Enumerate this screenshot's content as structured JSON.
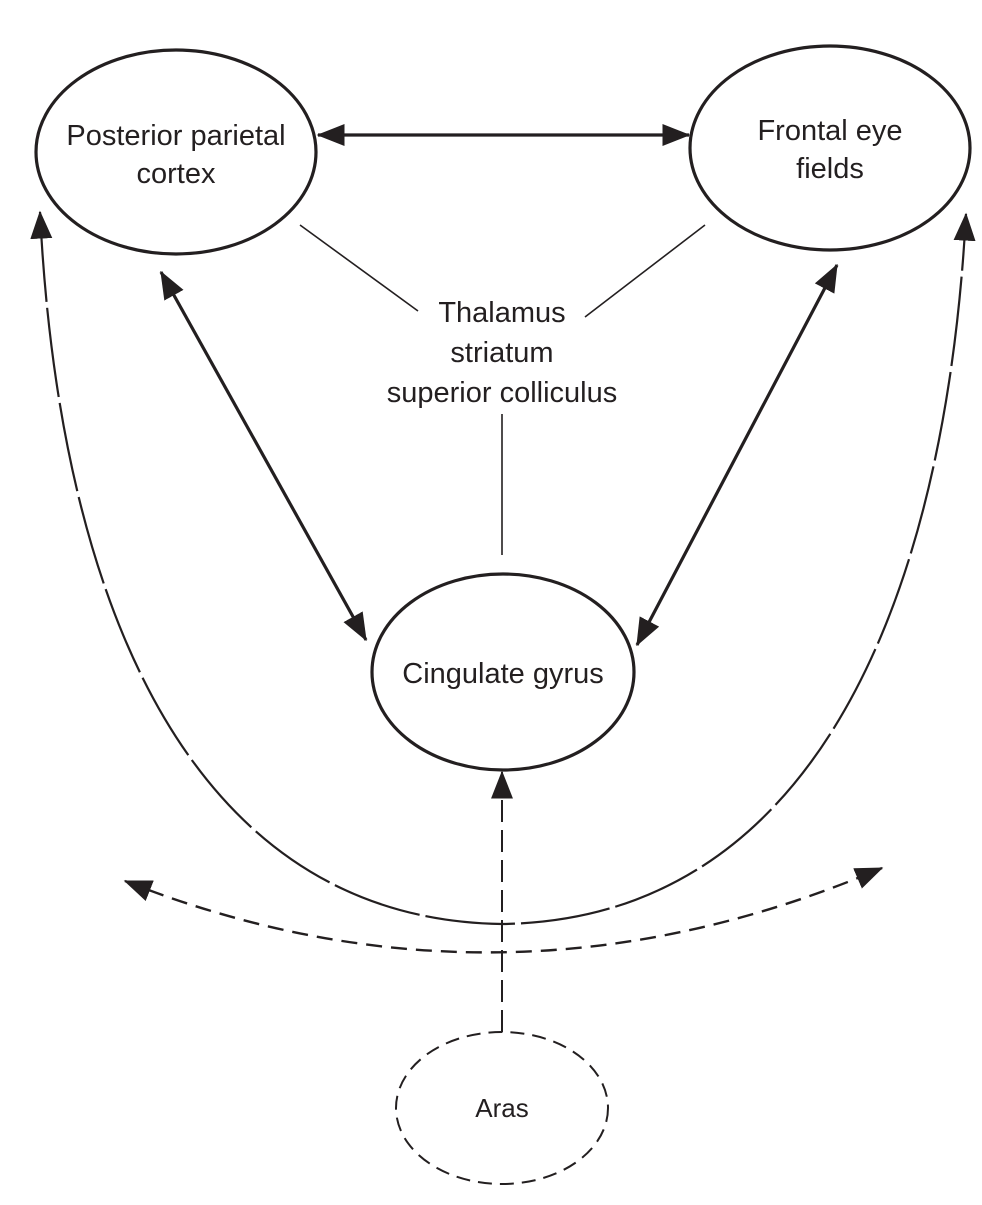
{
  "diagram": {
    "type": "brain-attention-network",
    "colors": {
      "ink": "#231f20",
      "background": "#ffffff"
    },
    "nodes": {
      "ppc": {
        "label_lines": [
          "Posterior parietal",
          "cortex"
        ],
        "border": "solid"
      },
      "fef": {
        "label_lines": [
          "Frontal eye",
          "fields"
        ],
        "border": "solid"
      },
      "cingulate": {
        "label_lines": [
          "Cingulate gyrus"
        ],
        "border": "solid"
      },
      "aras": {
        "label_lines": [
          "Aras"
        ],
        "border": "dashed"
      }
    },
    "hub": {
      "label_lines": [
        "Thalamus",
        "striatum",
        "superior colliculus"
      ],
      "connects_to": [
        "ppc",
        "fef",
        "cingulate"
      ],
      "connection_style": "thin-line"
    },
    "edges": [
      {
        "id": "ppc-fef",
        "from": "ppc",
        "to": "fef",
        "direction": "bidirectional",
        "style": "solid-thick"
      },
      {
        "id": "ppc-cingulate",
        "from": "ppc",
        "to": "cingulate",
        "direction": "bidirectional",
        "style": "solid-thick"
      },
      {
        "id": "fef-cingulate",
        "from": "fef",
        "to": "cingulate",
        "direction": "bidirectional",
        "style": "solid-thick"
      },
      {
        "id": "aras-cingulate",
        "from": "aras",
        "to": "cingulate",
        "direction": "forward",
        "style": "dashed"
      },
      {
        "id": "aras-ppc-fef",
        "from": "aras",
        "to": [
          "ppc",
          "fef"
        ],
        "direction": "forward",
        "style": "long-dashed-curve"
      },
      {
        "id": "aras-lateral",
        "from": "aras",
        "to": [
          "left",
          "right"
        ],
        "direction": "bidirectional",
        "style": "dashed-curve"
      }
    ]
  }
}
